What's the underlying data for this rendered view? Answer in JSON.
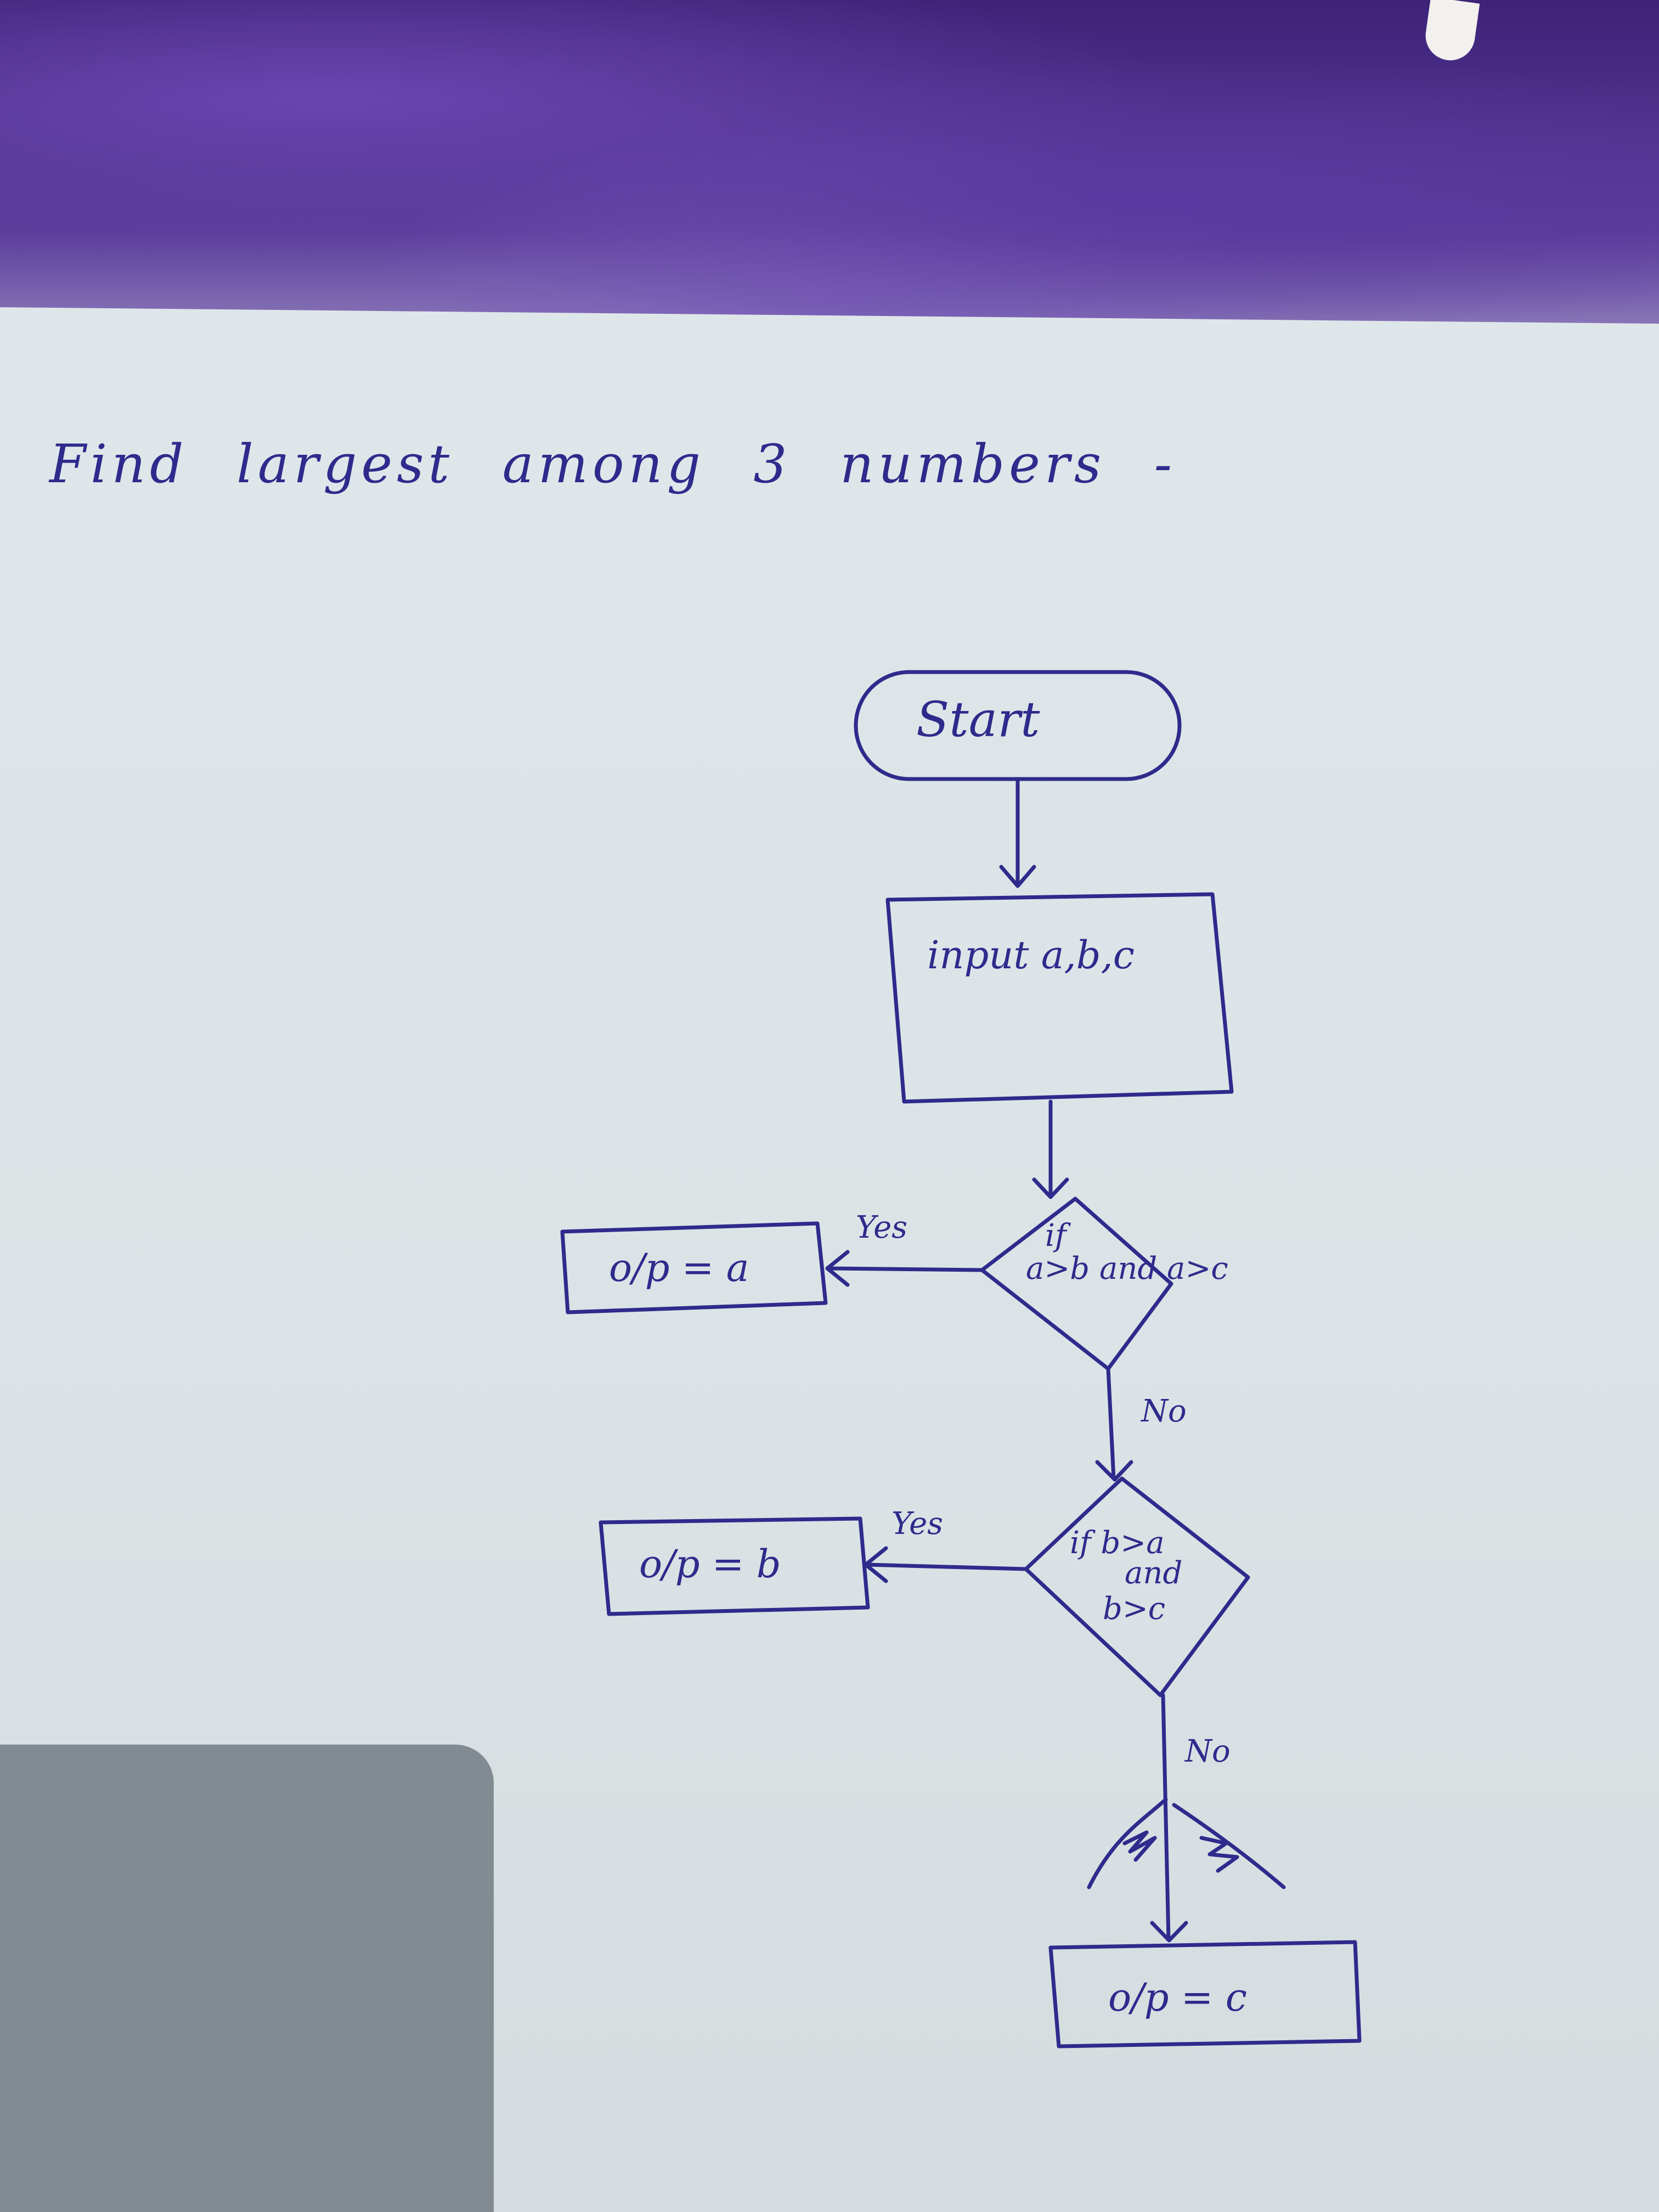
{
  "title": "Find largest among 3 numbers -",
  "nodes": {
    "start": "Start",
    "input": "input a,b,c",
    "decision1_line1": "if",
    "decision1_line2": "a>b and a>c",
    "output_a": "o/p = a",
    "decision2_line1": "if b>a",
    "decision2_line2": "and",
    "decision2_line3": "b>c",
    "output_b": "o/p = b",
    "output_c": "o/p = c"
  },
  "edges": {
    "yes1": "Yes",
    "no1": "No",
    "yes2": "Yes",
    "no2": "No"
  },
  "colors": {
    "ink": "#2f2a8c",
    "paper": "#dfe6ea",
    "background": "#4b2a8c"
  }
}
